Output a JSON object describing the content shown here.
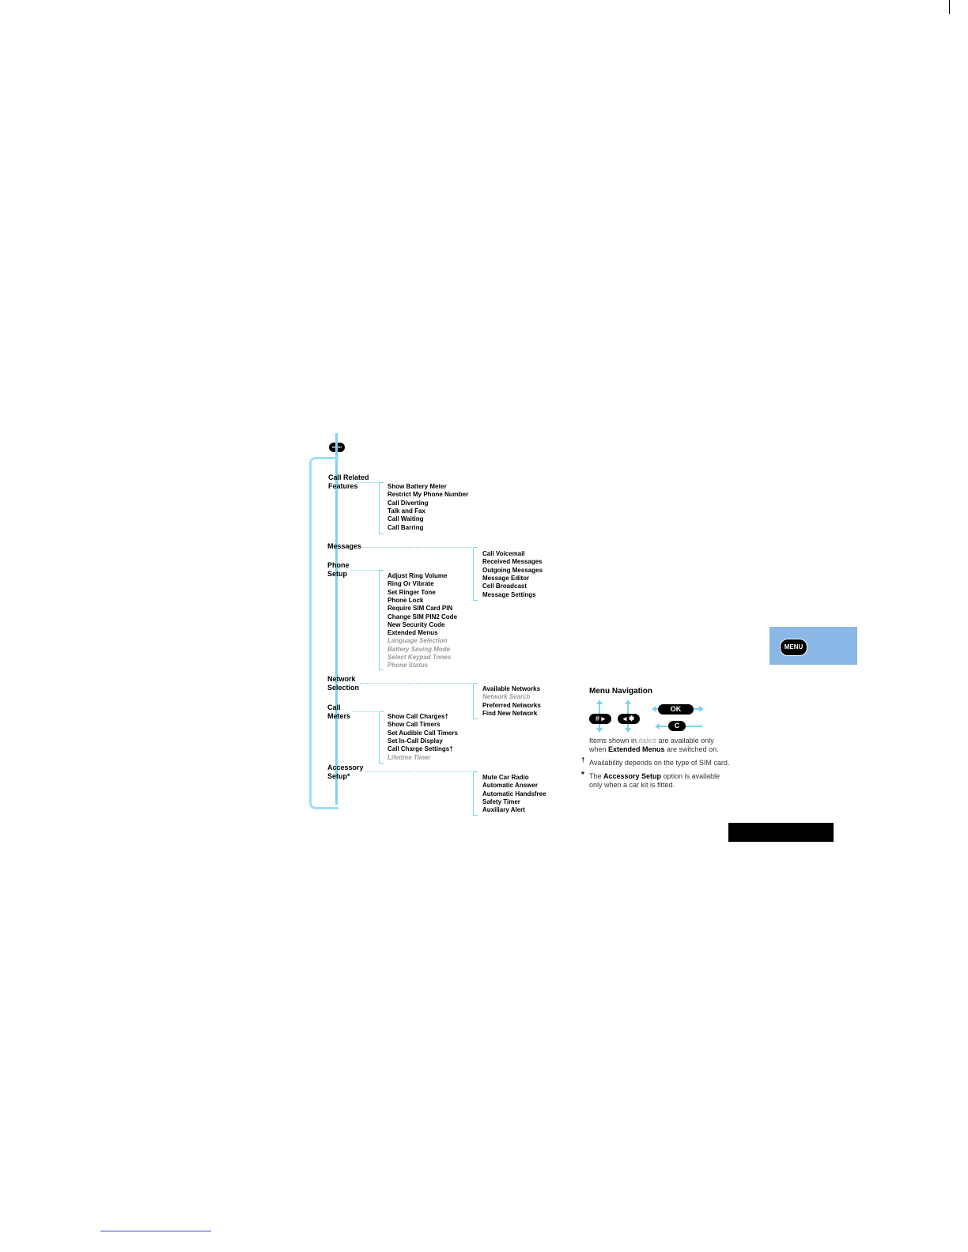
{
  "start_button": {
    "label": "MENU"
  },
  "tab_button": {
    "label": "MENU",
    "color": "#8bb7e6"
  },
  "menus": [
    {
      "label": "Call Related\nFeatures",
      "items": [
        {
          "text": "Show Battery Meter",
          "italic": false
        },
        {
          "text": "Restrict My Phone Number",
          "italic": false
        },
        {
          "text": "Call Diverting",
          "italic": false
        },
        {
          "text": "Talk and Fax",
          "italic": false
        },
        {
          "text": "Call Waiting",
          "italic": false
        },
        {
          "text": "Call Barring",
          "italic": false
        }
      ]
    },
    {
      "label": "Messages",
      "items": [
        {
          "text": "Call Voicemail",
          "italic": false
        },
        {
          "text": "Received Messages",
          "italic": false
        },
        {
          "text": "Outgoing Messages",
          "italic": false
        },
        {
          "text": "Message Editor",
          "italic": false
        },
        {
          "text": "Cell Broadcast",
          "italic": false
        },
        {
          "text": "Message Settings",
          "italic": false
        }
      ]
    },
    {
      "label": "Phone\nSetup",
      "items": [
        {
          "text": "Adjust Ring Volume",
          "italic": false
        },
        {
          "text": "Ring Or Vibrate",
          "italic": false
        },
        {
          "text": "Set Ringer Tone",
          "italic": false
        },
        {
          "text": "Phone Lock",
          "italic": false
        },
        {
          "text": "Require SIM Card PIN",
          "italic": false
        },
        {
          "text": "Change SIM PIN2 Code",
          "italic": false
        },
        {
          "text": "New Security Code",
          "italic": false
        },
        {
          "text": "Extended Menus",
          "italic": false
        },
        {
          "text": "Language Selection",
          "italic": true
        },
        {
          "text": "Battery Saving Mode",
          "italic": true
        },
        {
          "text": "Select Keypad Tones",
          "italic": true
        },
        {
          "text": "Phone Status",
          "italic": true
        }
      ]
    },
    {
      "label": "Network\nSelection",
      "items": [
        {
          "text": "Available Networks",
          "italic": false
        },
        {
          "text": "Network Search",
          "italic": true
        },
        {
          "text": "Preferred Networks",
          "italic": false
        },
        {
          "text": "Find New Network",
          "italic": false
        }
      ]
    },
    {
      "label": "Call\nMeters",
      "items": [
        {
          "text": "Show Call Charges†",
          "italic": false
        },
        {
          "text": "Show Call Timers",
          "italic": false
        },
        {
          "text": "Set Audible Call Timers",
          "italic": false
        },
        {
          "text": "Set In-Call Display",
          "italic": false
        },
        {
          "text": "Call Charge Settings†",
          "italic": false
        },
        {
          "text": "Lifetime Timer",
          "italic": true
        }
      ]
    },
    {
      "label": "Accessory\nSetup*",
      "items": [
        {
          "text": "Mute Car Radio",
          "italic": false
        },
        {
          "text": "Automatic Answer",
          "italic": false
        },
        {
          "text": "Automatic Handsfree",
          "italic": false
        },
        {
          "text": "Safety Timer",
          "italic": false
        },
        {
          "text": "Auxiliary Alert",
          "italic": false
        }
      ]
    }
  ],
  "navigation": {
    "title": "Menu Navigation",
    "keys": {
      "hash": "#",
      "star": "✱",
      "ok": "OK",
      "clear": "C"
    },
    "note_italics": {
      "a": "Items shown in ",
      "b": "italics",
      "c": " are available only",
      "d": "when ",
      "e": "Extended Menus",
      "f": " are switched on."
    },
    "note_sim": {
      "mark": "†",
      "text": "Availability depends on the type of SIM card."
    },
    "note_accessory": {
      "mark": "*",
      "a": "The ",
      "b": "Accessory Setup",
      "c": " option is available",
      "d": "only when a car kit is fitted."
    }
  },
  "colors": {
    "connector": "#7fd3ef",
    "italic_text": "#9a9a9a",
    "tab": "#8bb7e6"
  }
}
